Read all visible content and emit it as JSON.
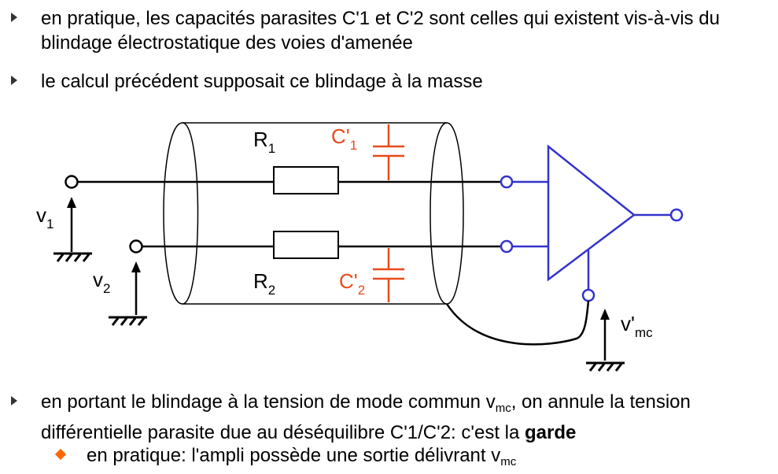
{
  "bullets": {
    "b1": "en pratique, les capacités parasites C'1 et C'2 sont celles qui existent vis-à-vis du blindage électrostatique des voies d'amenée",
    "b2": "le calcul précédent supposait ce blindage à la masse",
    "b3_part1": "en portant le blindage à la tension de mode commun v",
    "b3_sub": "mc",
    "b3_part2": ", on annule la tension différentielle parasite due au déséquilibre C'1/C'2: c'est la ",
    "b3_bold": "garde",
    "sub1_part1": "en pratique: l'ampli possède une sortie délivrant v",
    "sub1_sub": "mc"
  },
  "diagram": {
    "r1": {
      "base": "R",
      "sub": "1"
    },
    "r2": {
      "base": "R",
      "sub": "2"
    },
    "c1": {
      "base": "C'",
      "sub": "1"
    },
    "c2": {
      "base": "C'",
      "sub": "2"
    },
    "v1": {
      "base": "v",
      "sub": "1"
    },
    "v2": {
      "base": "v",
      "sub": "2"
    },
    "vmc": {
      "base": "v'",
      "sub": "mc"
    },
    "colors": {
      "wire": "#000000",
      "capacitor": "#e84a1a",
      "amplifier": "#3333cc",
      "bullet": "#333333",
      "diamond": "#ff6600"
    }
  }
}
